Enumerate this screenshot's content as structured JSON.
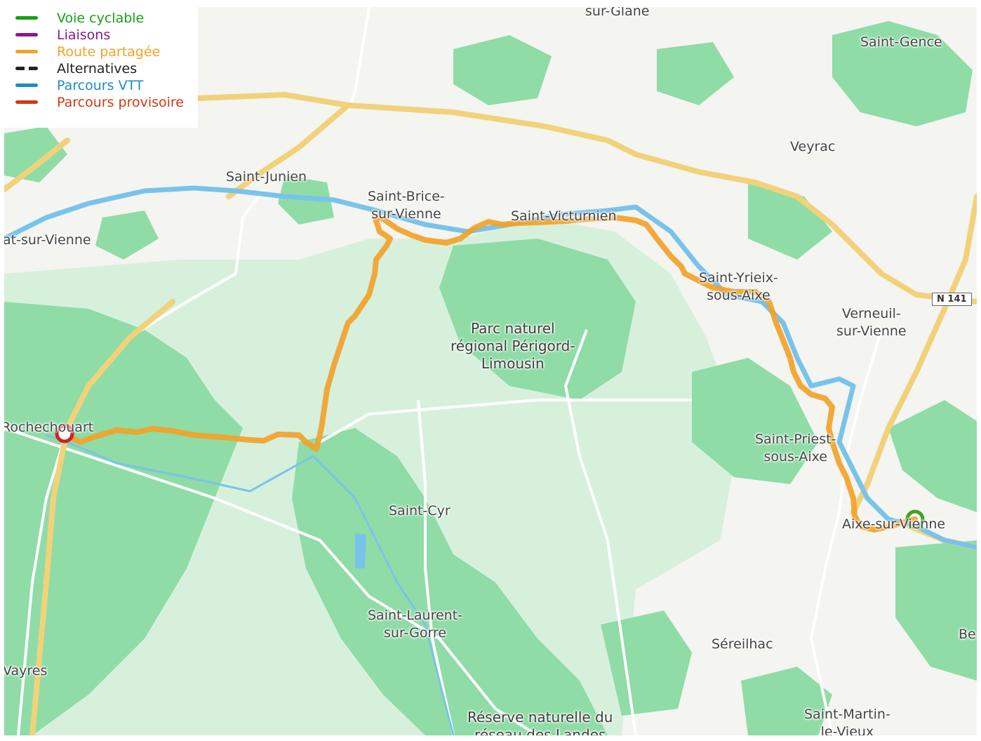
{
  "legend": {
    "items": [
      {
        "label": "Voie cyclable",
        "color": "#16a016",
        "style": "solid"
      },
      {
        "label": "Liaisons",
        "color": "#8a1a8a",
        "style": "solid"
      },
      {
        "label": "Route partagée",
        "color": "#f2a22a",
        "style": "solid"
      },
      {
        "label": "Alternatives",
        "color": "#222222",
        "style": "dashed"
      },
      {
        "label": "Parcours VTT",
        "color": "#1a8cc7",
        "style": "solid"
      },
      {
        "label": "Parcours provisoire",
        "color": "#d03a12",
        "style": "solid"
      }
    ]
  },
  "map": {
    "places": {
      "sur_glane": "sur-Glane",
      "saint_gence": "Saint-Gence",
      "veyrac": "Veyrac",
      "saint_junien": "Saint-Junien",
      "saint_brice": "Saint-Brice-\nsur-Vienne",
      "saint_victurnien": "Saint-Victurnien",
      "saint_brice_short": "at-sur-Vienne",
      "saint_yrieix": "Saint-Yrieix-\nsous-Aixe",
      "verneuil": "Verneuil-\nsur-Vienne",
      "rochechouart": "Rochechouart",
      "parc": "Parc naturel\nrégional Périgord-\nLimousin",
      "saint_priest": "Saint-Priest-\nsous-Aixe",
      "saint_cyr": "Saint-Cyr",
      "aixe": "Aixe-sur-Vienne",
      "saint_laurent": "Saint-Laurent-\nsur-Gorre",
      "sereilhac": "Séreilhac",
      "vayres": "Vayres",
      "be": "Be",
      "reserve": "Réserve naturelle du\nréseau des Landes",
      "saint_martin": "Saint-Martin-\nle-Vieux"
    },
    "road_shield": "N 141",
    "colors": {
      "forest": "#8fdca6",
      "park": "#d7f0dc",
      "water": "#79c3ea",
      "highway": "#f1d27a",
      "route": "#f2a22a",
      "start_marker": "#d42020",
      "end_marker": "#3fa31e"
    },
    "markers": [
      {
        "name": "start",
        "place": "Rochechouart"
      },
      {
        "name": "end",
        "place": "Aixe-sur-Vienne"
      }
    ]
  }
}
